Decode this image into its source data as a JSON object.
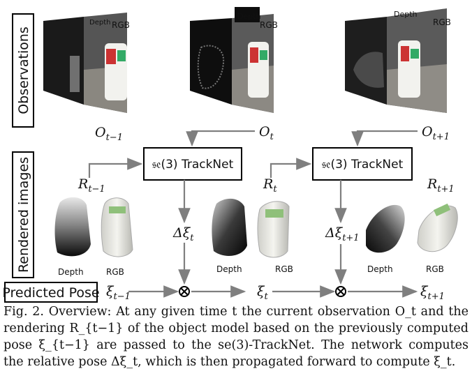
{
  "side_labels": {
    "observations": "Observations",
    "rendered_images": "Rendered images",
    "predicted_pose": "Predicted Pose"
  },
  "tracknet_label": "𝔰𝔢(3) TrackNet",
  "panel_labels": {
    "depth": "Depth",
    "rgb": "RGB"
  },
  "math": {
    "o_tm1": "O",
    "o_tm1_sub": "t−1",
    "o_t": "O",
    "o_t_sub": "t",
    "o_tp1": "O",
    "o_tp1_sub": "t+1",
    "r_tm1": "R",
    "r_tm1_sub": "t−1",
    "r_t": "R",
    "r_t_sub": "t",
    "r_tp1": "R",
    "r_tp1_sub": "t+1",
    "d_xi_t": "Δξ",
    "d_xi_t_sub": "t",
    "d_xi_tp1": "Δξ",
    "d_xi_tp1_sub": "t+1",
    "xi_tm1": "ξ",
    "xi_tm1_sub": "t−1",
    "xi_t": "ξ",
    "xi_t_sub": "t",
    "xi_tp1": "ξ",
    "xi_tp1_sub": "t+1"
  },
  "rendered_labels": {
    "depth": "Depth",
    "rgb": "RGB"
  },
  "caption": "Fig. 2.   Overview: At any given time t the current observation O_t and the rendering R_{t−1} of the object model based on the previously computed pose ξ_{t−1} are passed to the se(3)-TrackNet. The network computes the relative pose Δξ_t, which is then propagated forward to compute ξ_t.",
  "colors": {
    "arrow": "#7f7f7f",
    "box_stroke": "#000000"
  }
}
